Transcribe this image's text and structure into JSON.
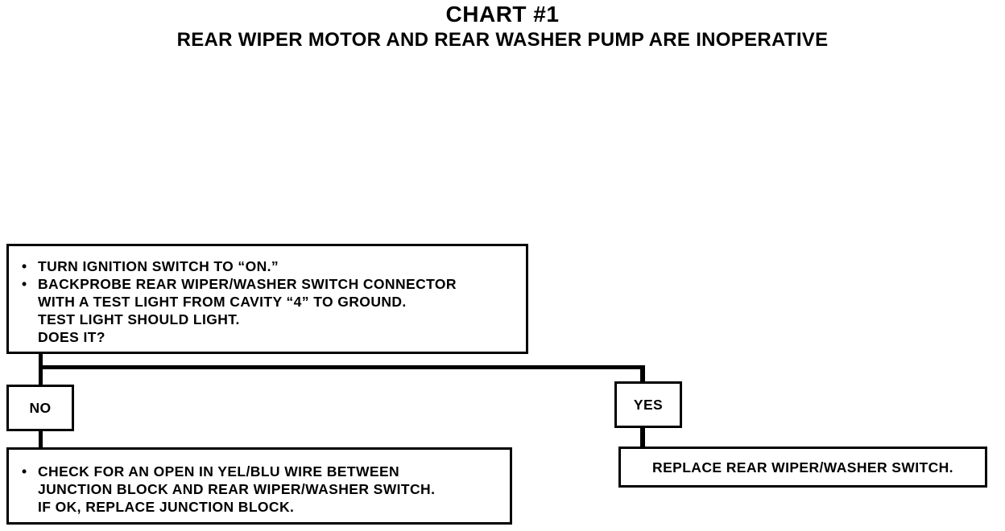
{
  "header": {
    "title": "CHART #1",
    "subtitle": "REAR WIPER MOTOR AND REAR WASHER PUMP ARE INOPERATIVE"
  },
  "start_box": {
    "bullets": [
      [
        "TURN IGNITION SWITCH TO “ON.”"
      ],
      [
        "BACKPROBE REAR WIPER/WASHER SWITCH CONNECTOR",
        "WITH A TEST LIGHT FROM CAVITY “4” TO GROUND.",
        "TEST LIGHT SHOULD LIGHT.",
        "DOES IT?"
      ]
    ]
  },
  "branches": {
    "no": {
      "label": "NO",
      "action": [
        "CHECK FOR AN OPEN IN YEL/BLU WIRE BETWEEN",
        "JUNCTION BLOCK AND REAR WIPER/WASHER SWITCH.",
        "IF OK, REPLACE JUNCTION BLOCK."
      ]
    },
    "yes": {
      "label": "YES",
      "action": "REPLACE REAR WIPER/WASHER SWITCH."
    }
  }
}
